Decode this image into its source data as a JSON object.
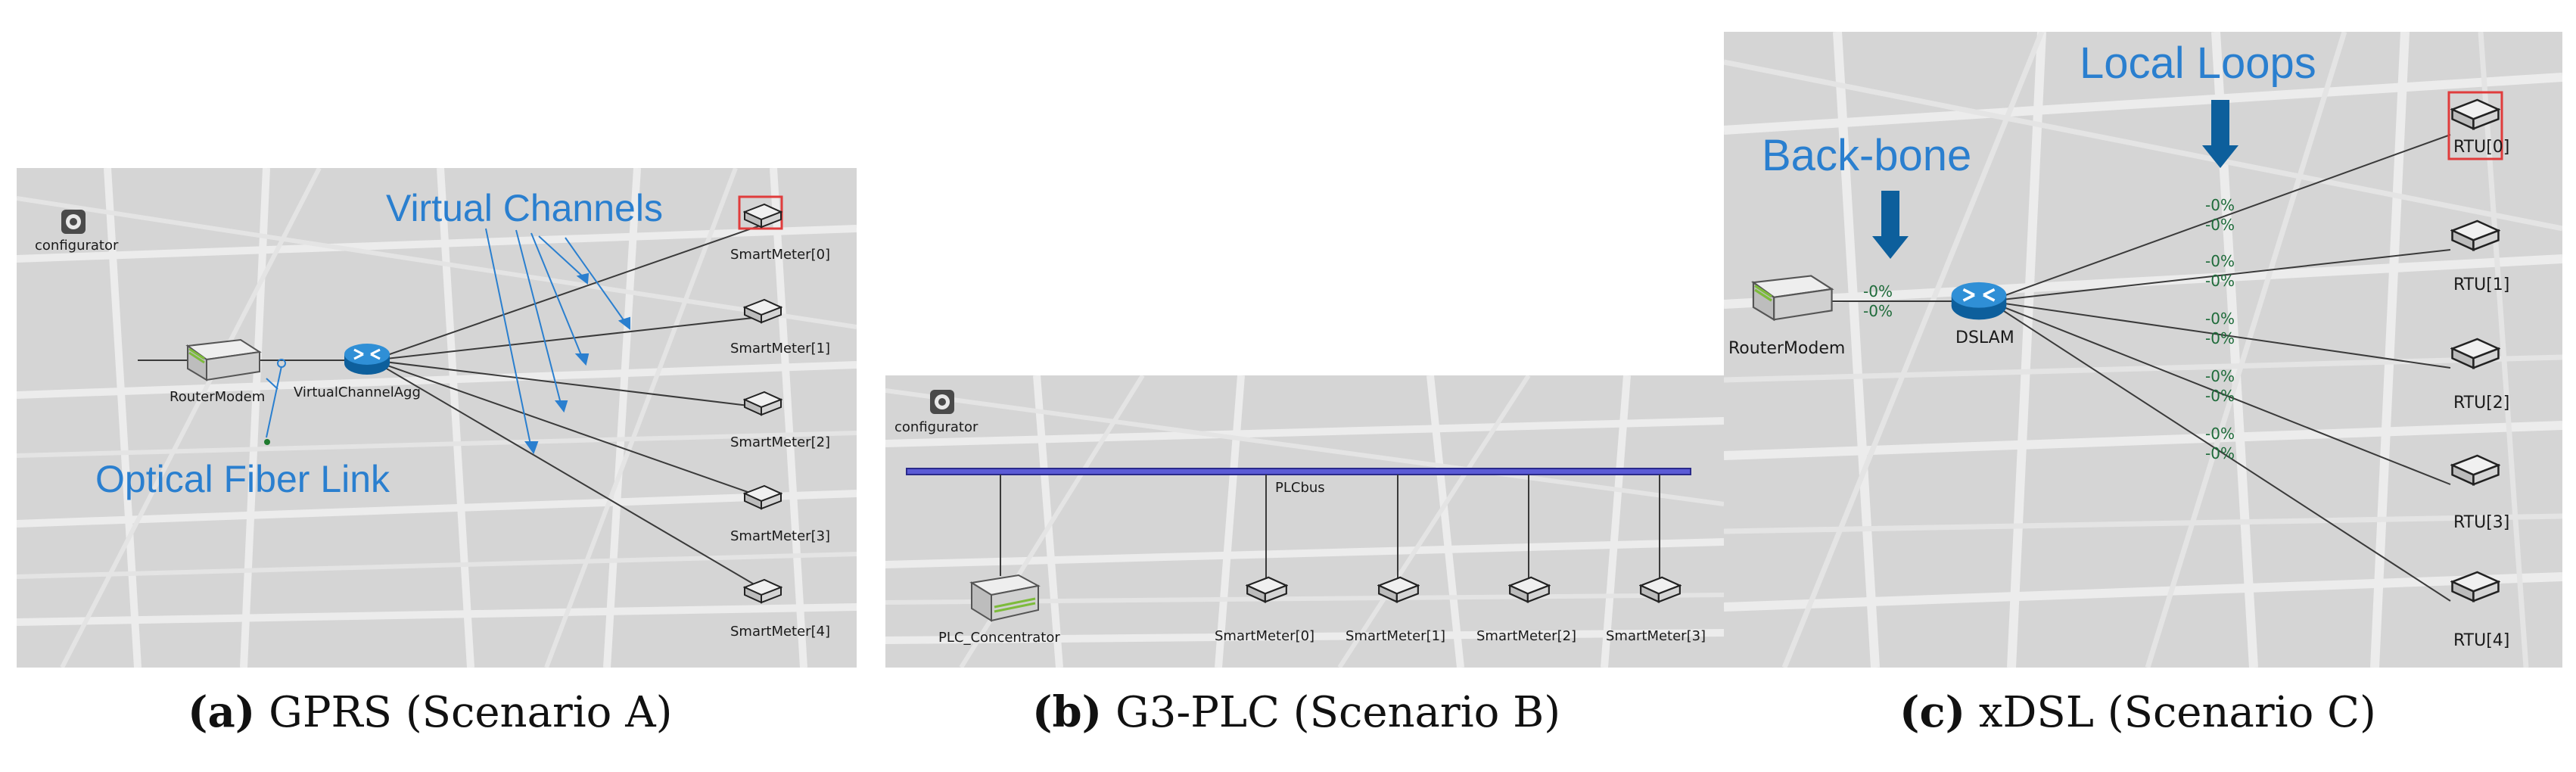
{
  "panel_a": {
    "configurator": "configurator",
    "router": "RouterModem",
    "agg": "VirtualChannelAgg",
    "meters": [
      "SmartMeter[0]",
      "SmartMeter[1]",
      "SmartMeter[2]",
      "SmartMeter[3]",
      "SmartMeter[4]"
    ],
    "ann_virtual": "Virtual Channels",
    "ann_fiber": "Optical Fiber Link"
  },
  "panel_b": {
    "configurator": "configurator",
    "bus": "PLCbus",
    "concentrator": "PLC_Concentrator",
    "meters": [
      "SmartMeter[0]",
      "SmartMeter[1]",
      "SmartMeter[2]",
      "SmartMeter[3]"
    ]
  },
  "panel_c": {
    "router": "RouterModem",
    "dslam": "DSLAM",
    "rtus": [
      "RTU[0]",
      "RTU[1]",
      "RTU[2]",
      "RTU[3]",
      "RTU[4]"
    ],
    "ann_backbone": "Back-bone",
    "ann_local": "Local Loops",
    "pct_backbone": [
      "-0%",
      "-0%"
    ],
    "pct_loops": [
      [
        "-0%",
        "-0%"
      ],
      [
        "-0%",
        "-0%"
      ],
      [
        "-0%",
        "-0%"
      ],
      [
        "-0%",
        "-0%"
      ],
      [
        "-0%",
        "-0%"
      ]
    ]
  },
  "captions": {
    "a_letter": "(a)",
    "a_text": " GPRS (Scenario A)",
    "b_letter": "(b)",
    "b_text": " G3-PLC (Scenario B)",
    "c_letter": "(c)",
    "c_text": " xDSL (Scenario C)"
  },
  "colors": {
    "annotation": "#2a7fcf",
    "bus": "#5b5bd6",
    "highlight": "#e03c3c",
    "percent": "#1e6b3a"
  }
}
